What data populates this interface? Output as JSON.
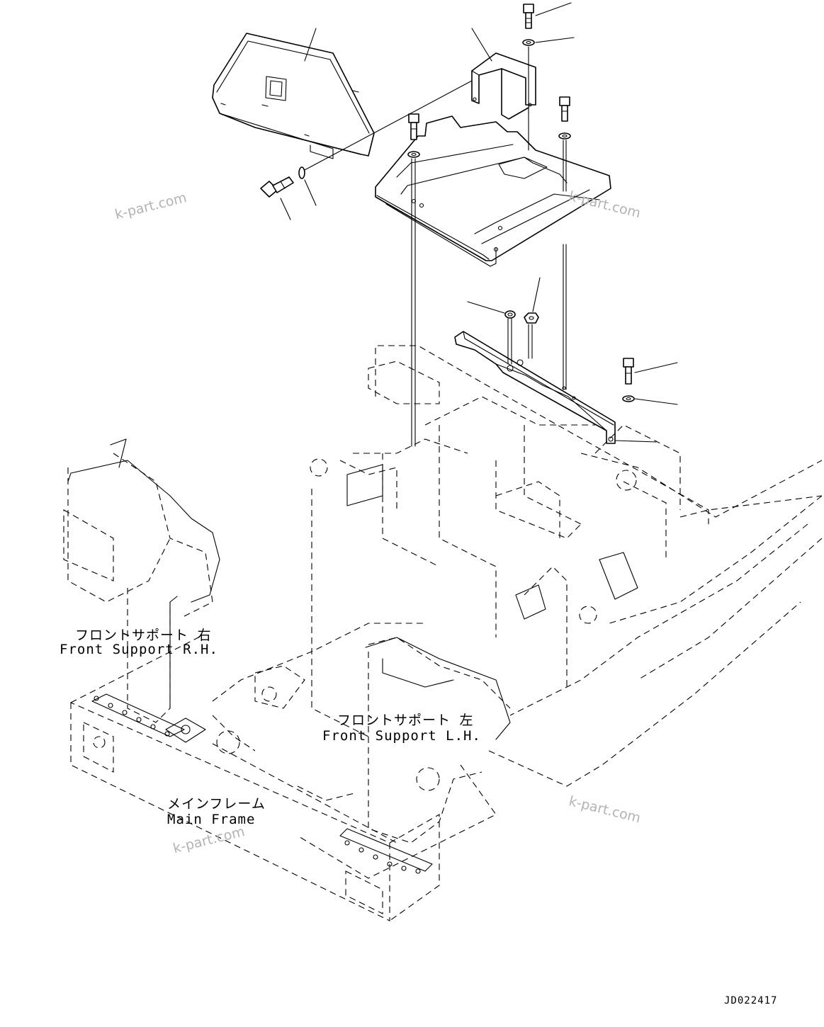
{
  "labels": {
    "front_support_rh_jp": "フロントサポート 右",
    "front_support_rh_en": "Front Support R.H.",
    "front_support_lh_jp": "フロントサポート 左",
    "front_support_lh_en": "Front Support L.H.",
    "main_frame_jp": "メインフレーム",
    "main_frame_en": "Main Frame"
  },
  "watermarks": [
    "k-part.com",
    "k-part.com",
    "k-part.com",
    "k-part.com"
  ],
  "document_id": "JD022417"
}
